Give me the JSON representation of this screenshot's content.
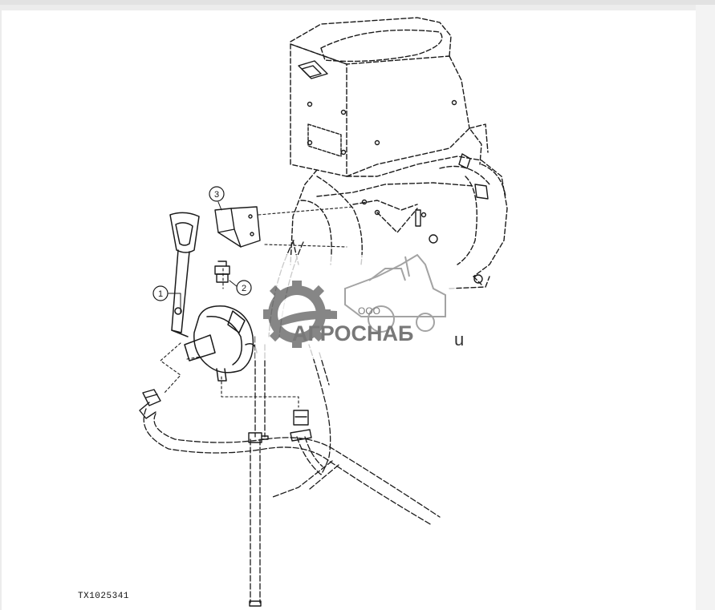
{
  "callouts": [
    {
      "number": "1"
    },
    {
      "number": "2"
    },
    {
      "number": "3"
    }
  ],
  "drawing_code": "TX1025341",
  "watermark": {
    "company_prefix": "ООО",
    "company_name": "АГРОСНАБ",
    "suffix": "u",
    "gear_color": "#7a7a7a",
    "text_color": "#6a6a6a"
  },
  "colors": {
    "line": "#1a1a1a",
    "paper": "#ffffff",
    "background": "#ececec"
  }
}
